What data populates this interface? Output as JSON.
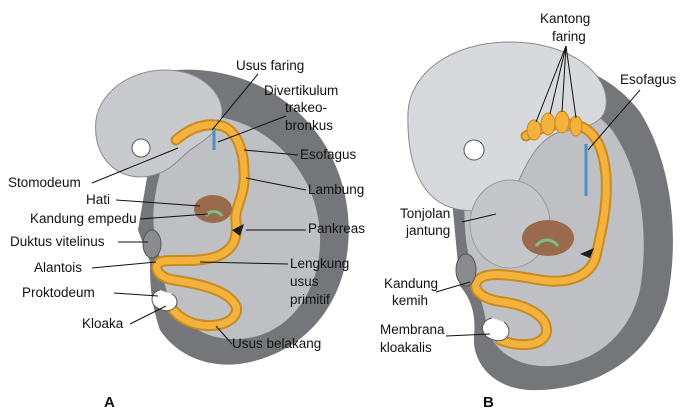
{
  "colors": {
    "outer_shell": "#757679",
    "outer_shell_dark": "#5d5e61",
    "body": "#bfc0c3",
    "body_light": "#e2e3e5",
    "gut": "#f2b23c",
    "gut_edge": "#c98a1e",
    "liver": "#9a6a4c",
    "duct": "#4e8fc4",
    "text": "#111111"
  },
  "panels": [
    {
      "id": "A",
      "label": "A",
      "labels": [
        "Usus faring",
        "Divertikulum",
        "trakeo-",
        "bronkus",
        "Esofagus",
        "Stomodeum",
        "Lambung",
        "Hati",
        "Kandung empedu",
        "Pankreas",
        "Duktus vitelinus",
        "Alantois",
        "Lengkung",
        "usus",
        "primitif",
        "Proktodeum",
        "Kloaka",
        "Usus belakang"
      ]
    },
    {
      "id": "B",
      "label": "B",
      "labels": [
        "Kantong",
        "faring",
        "Esofagus",
        "Tonjolan",
        "jantung",
        "Kandung",
        "kemih",
        "Membrana",
        "kloakalis"
      ]
    }
  ]
}
